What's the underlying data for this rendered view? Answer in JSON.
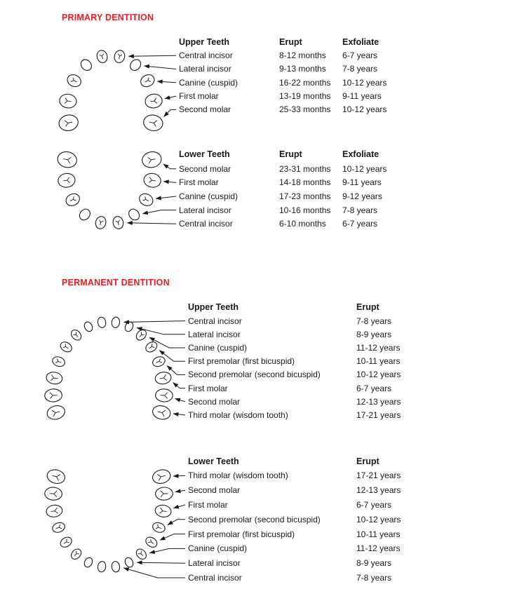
{
  "colors": {
    "heading_red": "#ed1c24",
    "ink": "#1a1a1a"
  },
  "primary": {
    "title": "PRIMARY DENTITION",
    "upper": {
      "header": {
        "teeth": "Upper Teeth",
        "erupt": "Erupt",
        "exfoliate": "Exfoliate"
      },
      "rows": [
        {
          "name": "Central incisor",
          "erupt": "8-12 months",
          "exfoliate": "6-7 years"
        },
        {
          "name": "Lateral incisor",
          "erupt": "9-13 months",
          "exfoliate": "7-8 years"
        },
        {
          "name": "Canine (cuspid)",
          "erupt": "16-22 months",
          "exfoliate": "10-12 years"
        },
        {
          "name": "First molar",
          "erupt": "13-19 months",
          "exfoliate": "9-11 years"
        },
        {
          "name": "Second molar",
          "erupt": "25-33 months",
          "exfoliate": "10-12 years"
        }
      ]
    },
    "lower": {
      "header": {
        "teeth": "Lower Teeth",
        "erupt": "Erupt",
        "exfoliate": "Exfoliate"
      },
      "rows": [
        {
          "name": "Second molar",
          "erupt": "23-31 months",
          "exfoliate": "10-12 years"
        },
        {
          "name": "First molar",
          "erupt": "14-18 months",
          "exfoliate": "9-11 years"
        },
        {
          "name": "Canine (cuspid)",
          "erupt": "17-23 months",
          "exfoliate": "9-12 years"
        },
        {
          "name": "Lateral incisor",
          "erupt": "10-16 months",
          "exfoliate": "7-8 years"
        },
        {
          "name": "Central incisor",
          "erupt": "6-10 months",
          "exfoliate": "6-7 years"
        }
      ]
    }
  },
  "permanent": {
    "title": "PERMANENT DENTITION",
    "upper": {
      "header": {
        "teeth": "Upper Teeth",
        "erupt": "Erupt"
      },
      "rows": [
        {
          "name": "Central incisor",
          "erupt": "7-8 years"
        },
        {
          "name": "Lateral incisor",
          "erupt": "8-9 years"
        },
        {
          "name": "Canine (cuspid)",
          "erupt": "11-12 years"
        },
        {
          "name": "First premolar (first bicuspid)",
          "erupt": "10-11 years"
        },
        {
          "name": "Second premolar (second bicuspid)",
          "erupt": "10-12 years"
        },
        {
          "name": "First molar",
          "erupt": "6-7 years"
        },
        {
          "name": "Second molar",
          "erupt": "12-13 years"
        },
        {
          "name": "Third molar (wisdom tooth)",
          "erupt": "17-21 years"
        }
      ]
    },
    "lower": {
      "header": {
        "teeth": "Lower Teeth",
        "erupt": "Erupt"
      },
      "rows": [
        {
          "name": "Third molar (wisdom tooth)",
          "erupt": "17-21 years"
        },
        {
          "name": "Second molar",
          "erupt": "12-13 years"
        },
        {
          "name": "First molar",
          "erupt": "6-7 years"
        },
        {
          "name": "Second premolar (second bicuspid)",
          "erupt": "10-12 years"
        },
        {
          "name": "First premolar (first bicuspid)",
          "erupt": "10-11 years"
        },
        {
          "name": "Canine (cuspid)",
          "erupt": "11-12 years"
        },
        {
          "name": "Lateral incisor",
          "erupt": "8-9 years"
        },
        {
          "name": "Central incisor",
          "erupt": "7-8 years"
        }
      ]
    }
  }
}
